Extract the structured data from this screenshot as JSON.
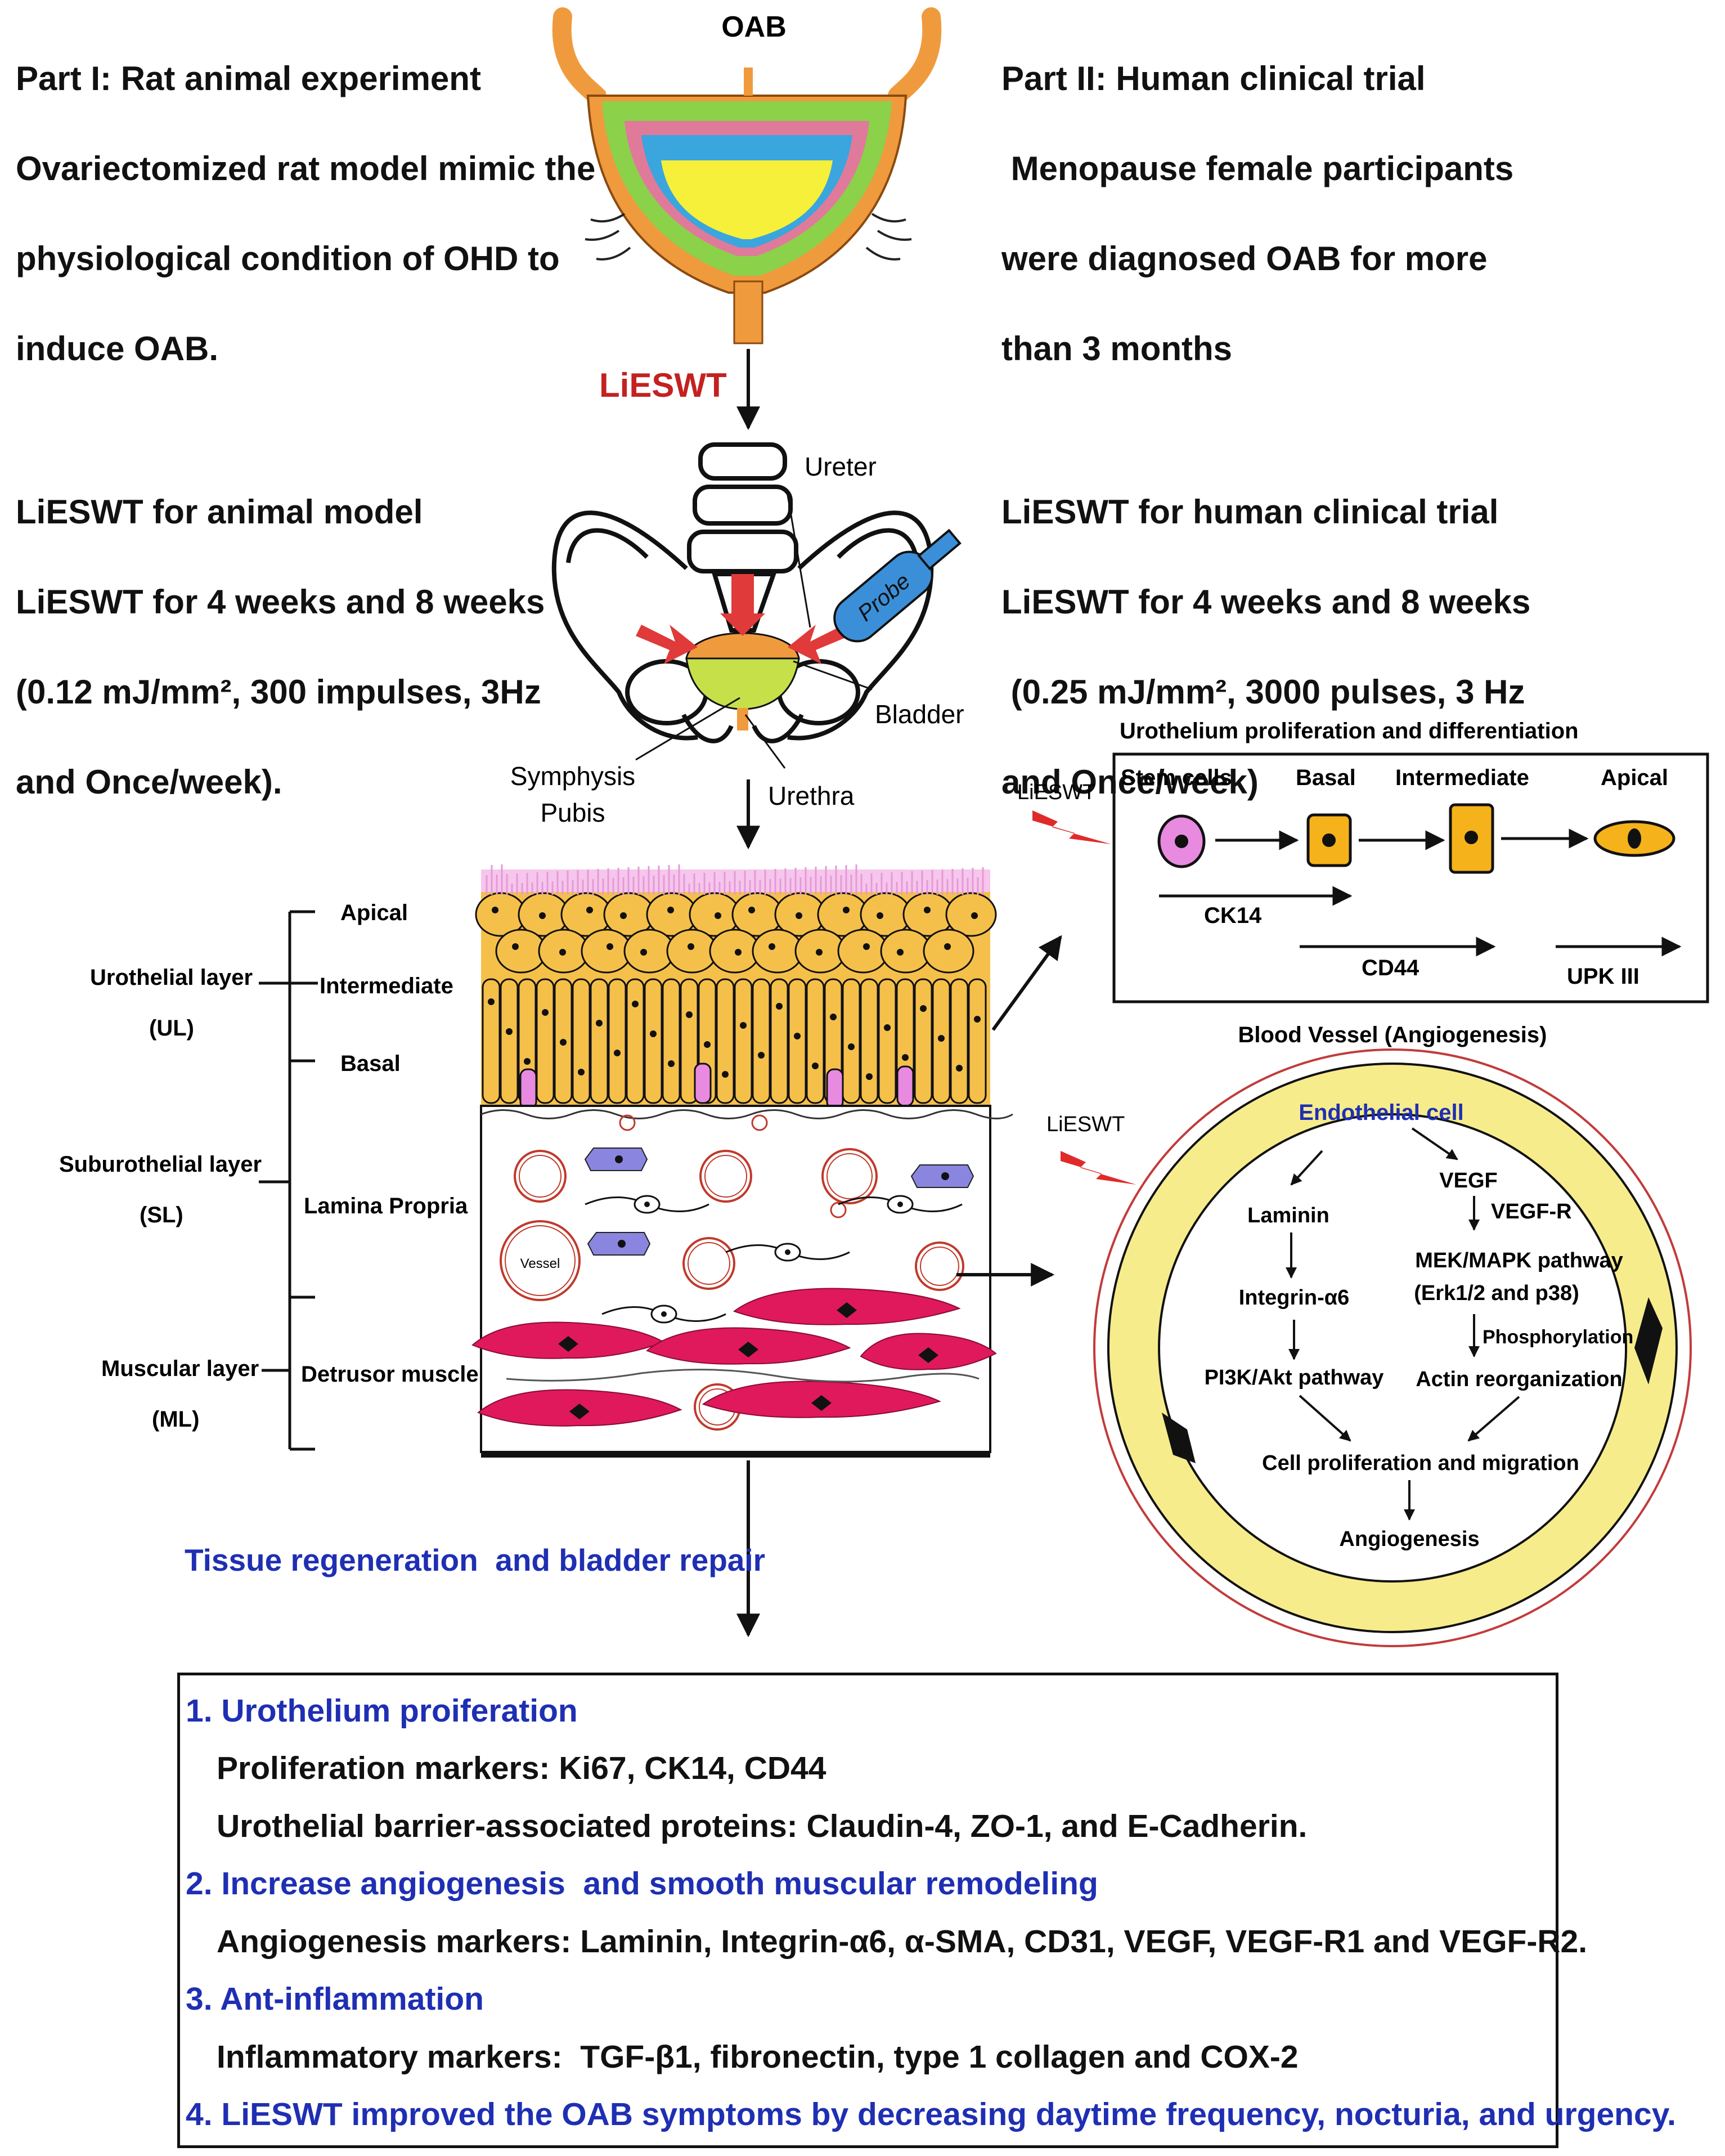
{
  "part1": {
    "lines": [
      "Part I: Rat animal experiment",
      "Ovariectomized rat model mimic the",
      "physiological condition of OHD to",
      "induce OAB."
    ]
  },
  "part2": {
    "lines": [
      "Part II: Human clinical trial",
      " Menopause female participants",
      "were diagnosed OAB for more",
      "than 3 months"
    ]
  },
  "oab_label": "OAB",
  "lieswt_label": "LiESWT",
  "animal_protocol": {
    "lines": [
      "LiESWT for animal model",
      "LiESWT for 4 weeks and 8 weeks",
      "(0.12 mJ/mm², 300 impulses, 3Hz",
      "and Once/week)."
    ]
  },
  "human_protocol": {
    "lines": [
      "LiESWT for human clinical trial",
      "LiESWT for 4 weeks and 8 weeks",
      " (0.25 mJ/mm², 3000 pulses, 3 Hz",
      "and Once/week)"
    ]
  },
  "pelvis": {
    "ureter": "Ureter",
    "probe": "Probe",
    "bladder": "Bladder",
    "symphysis": "Symphysis",
    "pubis": "Pubis",
    "urethra": "Urethra"
  },
  "layers": {
    "apical": "Apical",
    "urothelial_layer": "Urothelial layer",
    "intermediate": "Intermediate",
    "ul": "(UL)",
    "basal": "Basal",
    "suburothelial_layer": "Suburothelial layer",
    "sl": "(SL)",
    "lamina_propria": "Lamina  Propria",
    "vessel": "Vessel",
    "muscular_layer": "Muscular layer",
    "ml": "(ML)",
    "detrusor_muscle": "Detrusor muscle"
  },
  "urothelium_panel": {
    "title": "Urothelium proliferation and differentiation",
    "lieswt": "LiESWT",
    "stages": [
      "Stem cells",
      "Basal",
      "Intermediate",
      "Apical"
    ],
    "markers": [
      "CK14",
      "CD44",
      "UPK III"
    ]
  },
  "vessel_panel": {
    "title": "Blood Vessel (Angiogenesis)",
    "lieswt": "LiESWT",
    "endothelial": "Endothelial cell",
    "laminin": "Laminin",
    "integrin": "Integrin-α6",
    "pi3k": "PI3K/Akt pathway",
    "vegf": "VEGF",
    "vegfr": "VEGF-R",
    "mek": "MEK/MAPK pathway",
    "erk": "(Erk1/2 and p38)",
    "phospho": "Phosphorylation",
    "actin": "Actin reorganization",
    "prolif": "Cell proliferation and migration",
    "angio": "Angiogenesis"
  },
  "tissue_regen": "Tissue regeneration  and bladder repair",
  "summary": {
    "h1": "1. Urothelium proiferation",
    "l1a": "Proliferation markers: Ki67, CK14, CD44",
    "l1b": "Urothelial barrier-associated proteins: Claudin-4, ZO-1, and E-Cadherin.",
    "h2": "2. Increase angiogenesis  and smooth muscular remodeling",
    "l2a": "Angiogenesis markers: Laminin, Integrin-α6, α-SMA, CD31, VEGF, VEGF-R1 and VEGF-R2.",
    "h3": "3. Ant-inflammation",
    "l3a": "Inflammatory markers:  TGF-β1, fibronectin, type 1 collagen and COX-2",
    "h4": "4. LiESWT improved the OAB symptoms by decreasing daytime frequency, nocturia, and urgency."
  },
  "colors": {
    "blue_text": "#1f2fb3",
    "red_text": "#c42121",
    "urothelium": "#f5c04a",
    "muscle": "#e0195c",
    "vessel_wall": "#f6ec8c"
  }
}
